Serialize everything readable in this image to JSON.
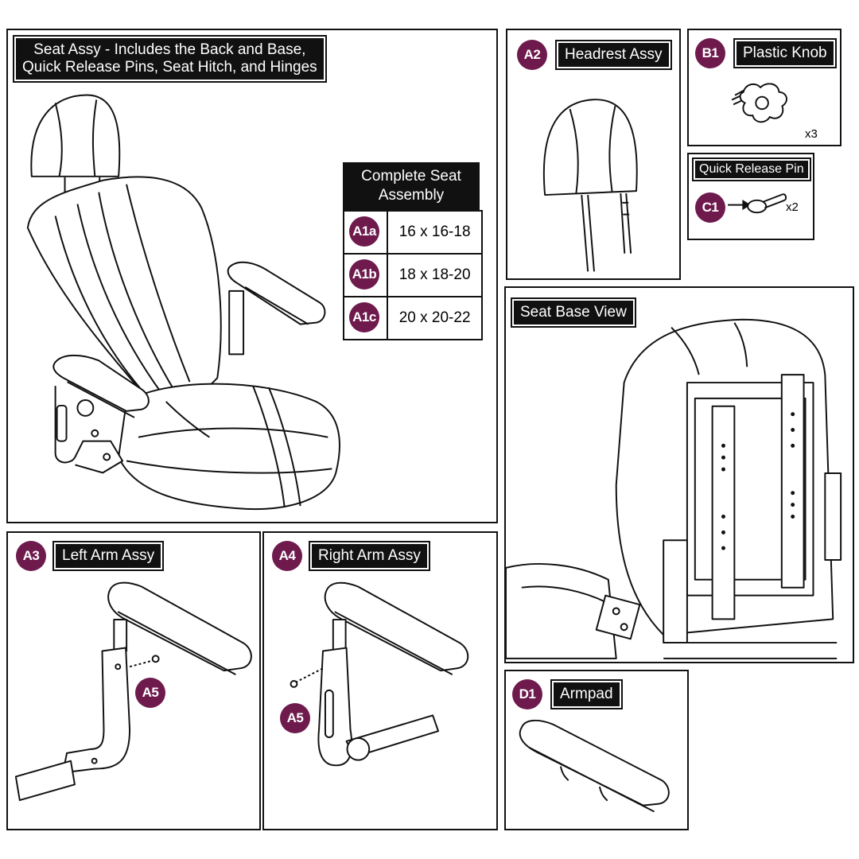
{
  "seat_assy": {
    "title_line1": "Seat Assy - Includes the Back and Base,",
    "title_line2": "Quick Release Pins, Seat Hitch, and Hinges"
  },
  "complete_seat": {
    "header_line1": "Complete Seat",
    "header_line2": "Assembly",
    "rows": [
      {
        "badge": "A1a",
        "size": "16 x 16-18"
      },
      {
        "badge": "A1b",
        "size": "18 x 18-20"
      },
      {
        "badge": "A1c",
        "size": "20 x 20-22"
      }
    ]
  },
  "headrest": {
    "badge": "A2",
    "label": "Headrest Assy"
  },
  "plastic_knob": {
    "badge": "B1",
    "label": "Plastic Knob",
    "qty": "x3"
  },
  "quick_release_pin": {
    "badge": "C1",
    "label": "Quick Release Pin",
    "qty": "x2"
  },
  "seat_base_view": {
    "label": "Seat Base View"
  },
  "left_arm": {
    "badge": "A3",
    "label": "Left Arm Assy",
    "callout": "A5"
  },
  "right_arm": {
    "badge": "A4",
    "label": "Right Arm Assy",
    "callout": "A5"
  },
  "armpad": {
    "badge": "D1",
    "label": "Armpad"
  },
  "colors": {
    "badge": "#6e1a4d",
    "label_bg": "#111111",
    "line": "#111111"
  }
}
